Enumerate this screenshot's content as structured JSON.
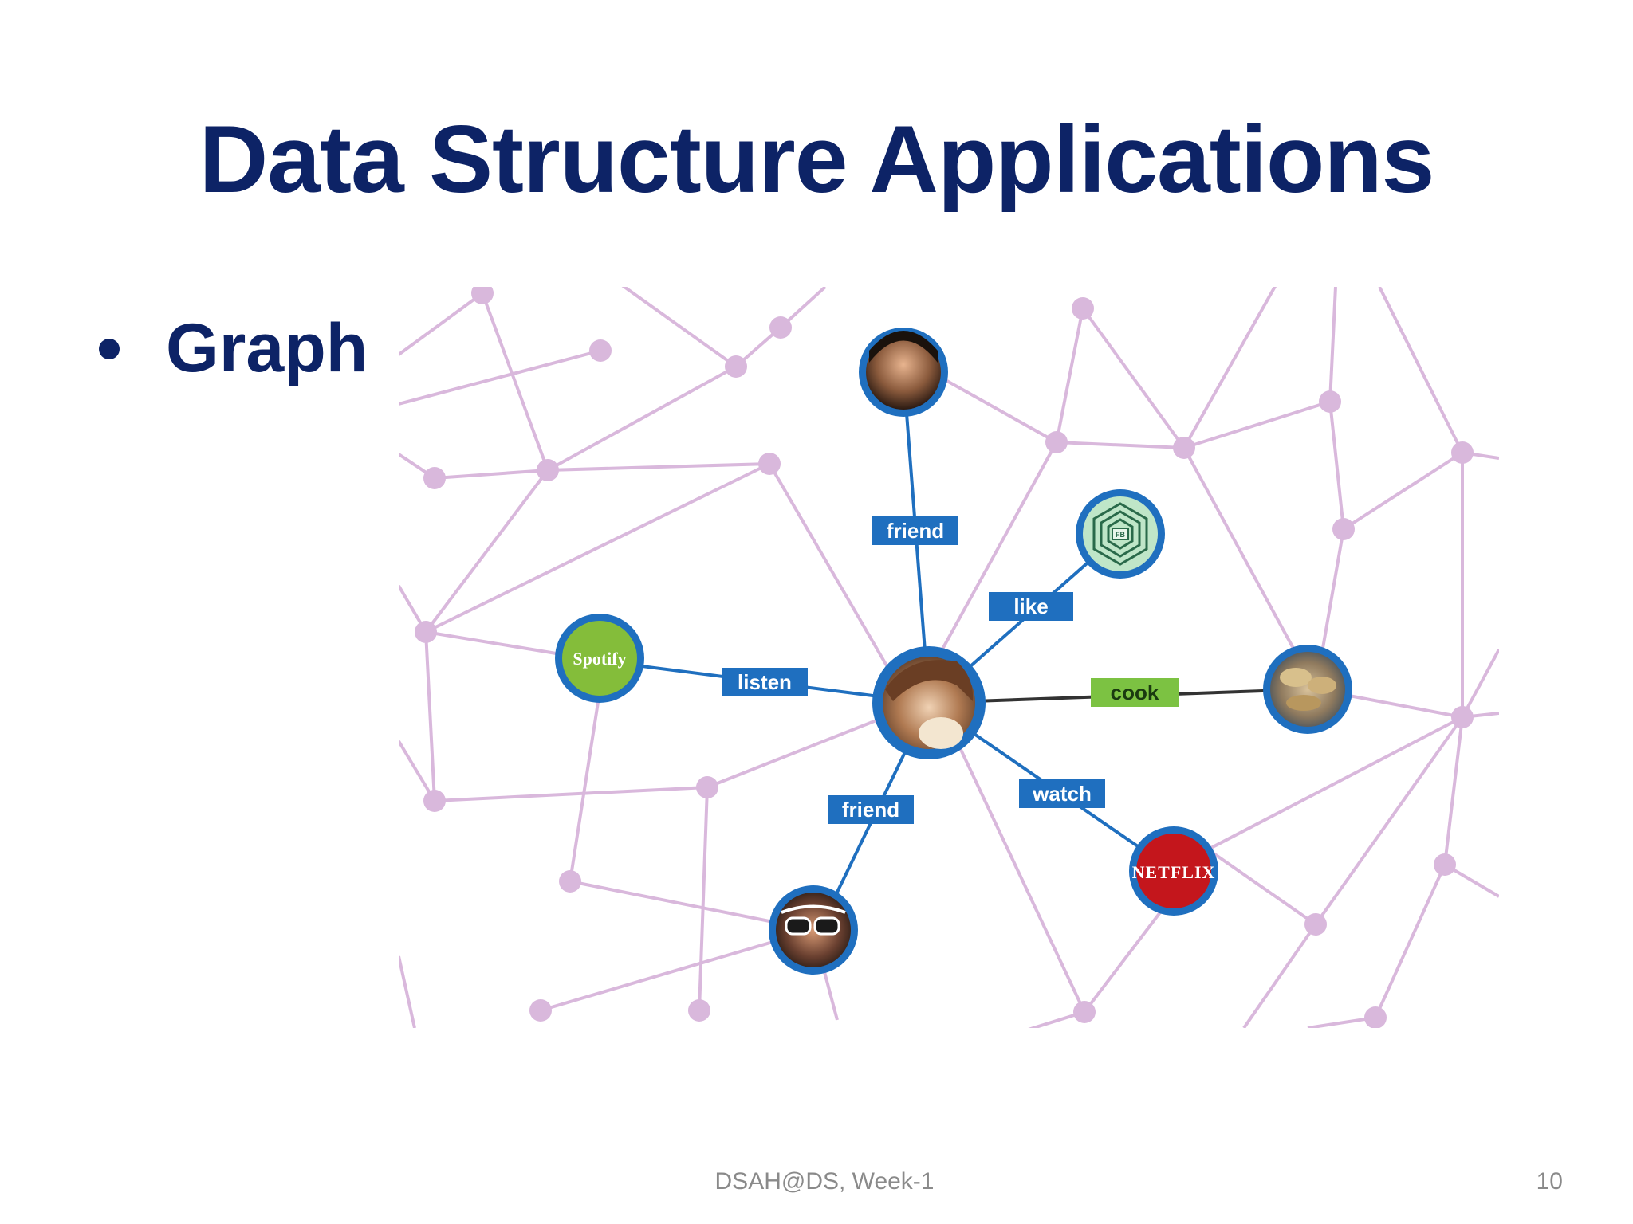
{
  "slide": {
    "title": "Data Structure Applications",
    "bullet": "Graph"
  },
  "graph": {
    "edge_labels": {
      "friend_top": "friend",
      "like": "like",
      "listen": "listen",
      "cook": "cook",
      "watch": "watch",
      "friend_bottom": "friend"
    },
    "logos": {
      "spotify": "Spotify",
      "netflix": "NETFLIX",
      "fb": "FB"
    },
    "colors": {
      "mesh": "#d9b8dc",
      "node_ring": "#1f6fbf",
      "label_bg": "#1f6fbf",
      "cook_label_bg": "#7cc242",
      "spotify_bg": "#84bd3a",
      "netflix_bg": "#c4161c",
      "fb_bg": "#bfe6c8"
    }
  },
  "footer": {
    "course": "DSAH@DS, Week-1",
    "page_number": "10"
  }
}
